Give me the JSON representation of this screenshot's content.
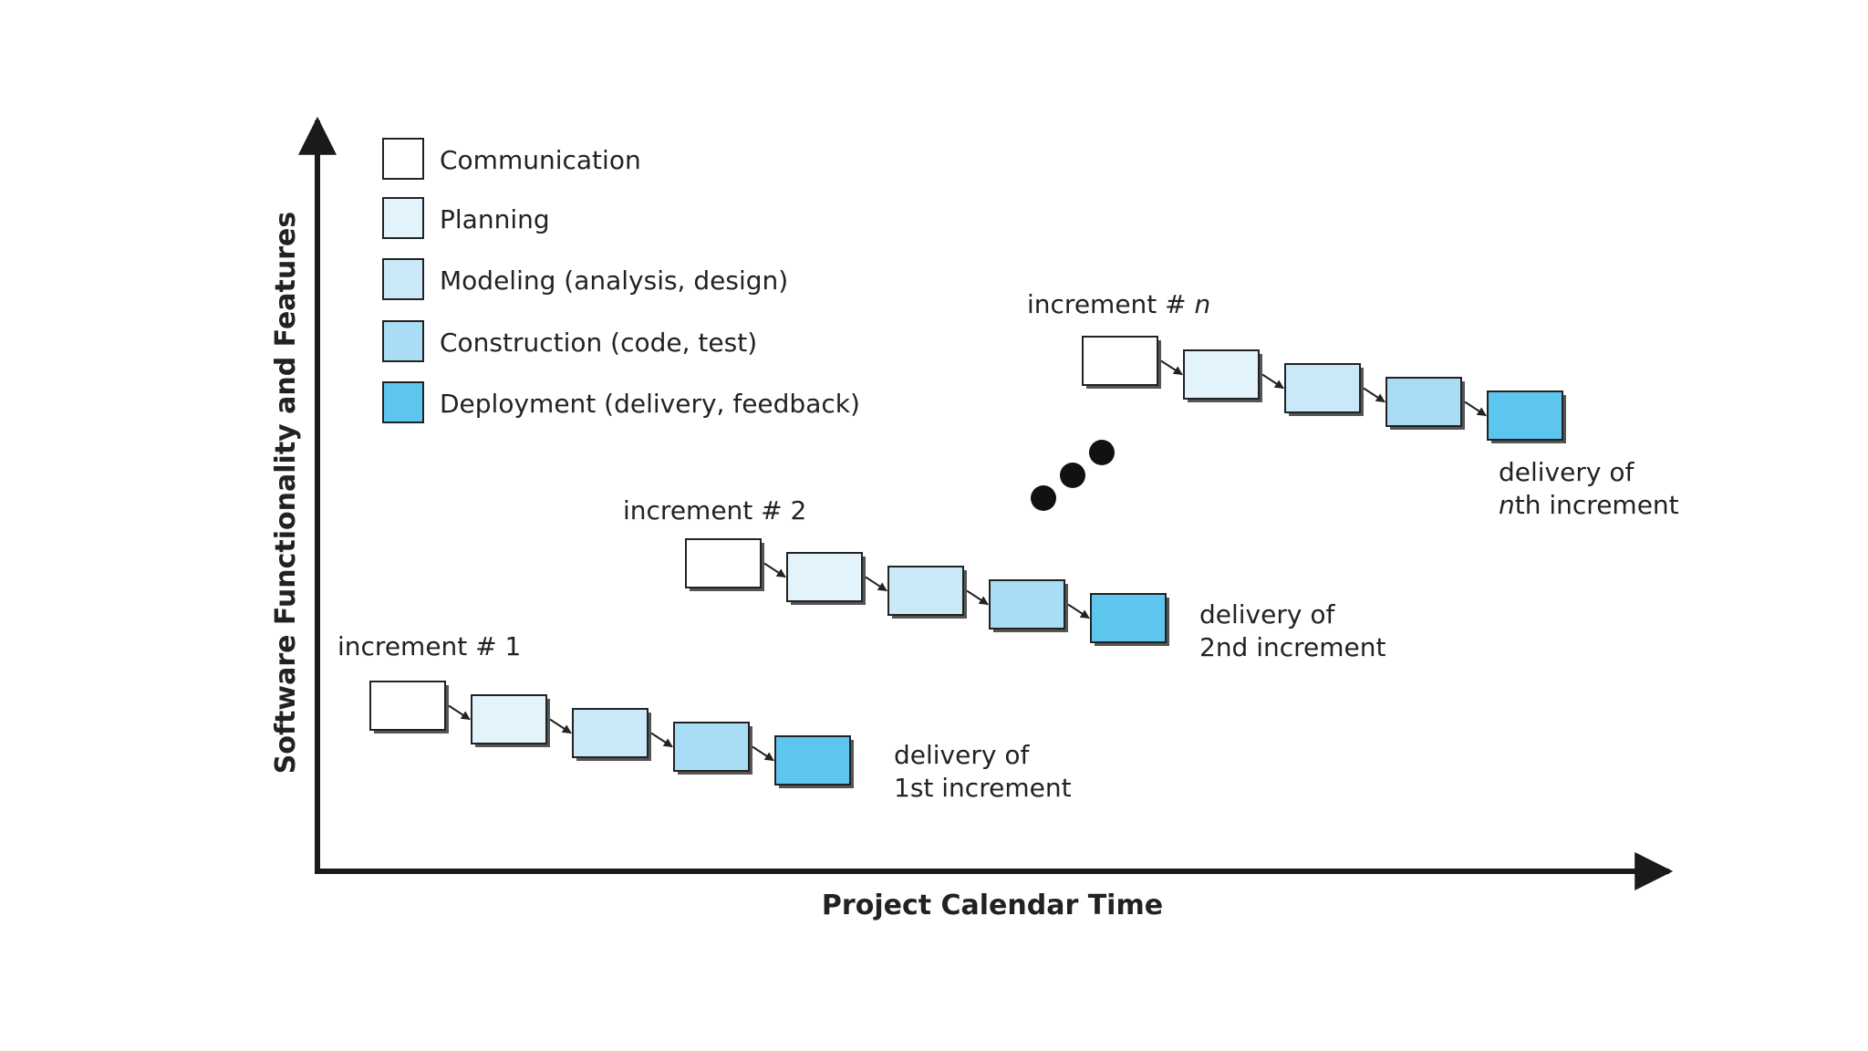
{
  "legend": [
    {
      "label": "Communication",
      "color": "#ffffff"
    },
    {
      "label": "Planning",
      "color": "#e3f3fb"
    },
    {
      "label": "Modeling (analysis, design)",
      "color": "#c9e9f8"
    },
    {
      "label": "Construction (code, test)",
      "color": "#a9dcf5"
    },
    {
      "label": "Deployment (delivery, feedback)",
      "color": "#5dc6ef"
    }
  ],
  "axes": {
    "y_label": "Software Functionality and Features",
    "x_label": "Project Calendar Time"
  },
  "increments": [
    {
      "label_prefix": "increment # ",
      "label_value": "1",
      "delivery_line1": "delivery of",
      "delivery_line2": "1st increment"
    },
    {
      "label_prefix": "increment # ",
      "label_value": "2",
      "delivery_line1": "delivery of",
      "delivery_line2": "2nd increment"
    },
    {
      "label_prefix": "increment # ",
      "label_value": "n",
      "delivery_line1": "delivery of",
      "delivery_line2_italic": "n",
      "delivery_line2": "th increment"
    }
  ],
  "colors": {
    "axis": "#1a1a1a",
    "box_border": "#222222",
    "shadow": "#555555",
    "dot": "#111111"
  }
}
